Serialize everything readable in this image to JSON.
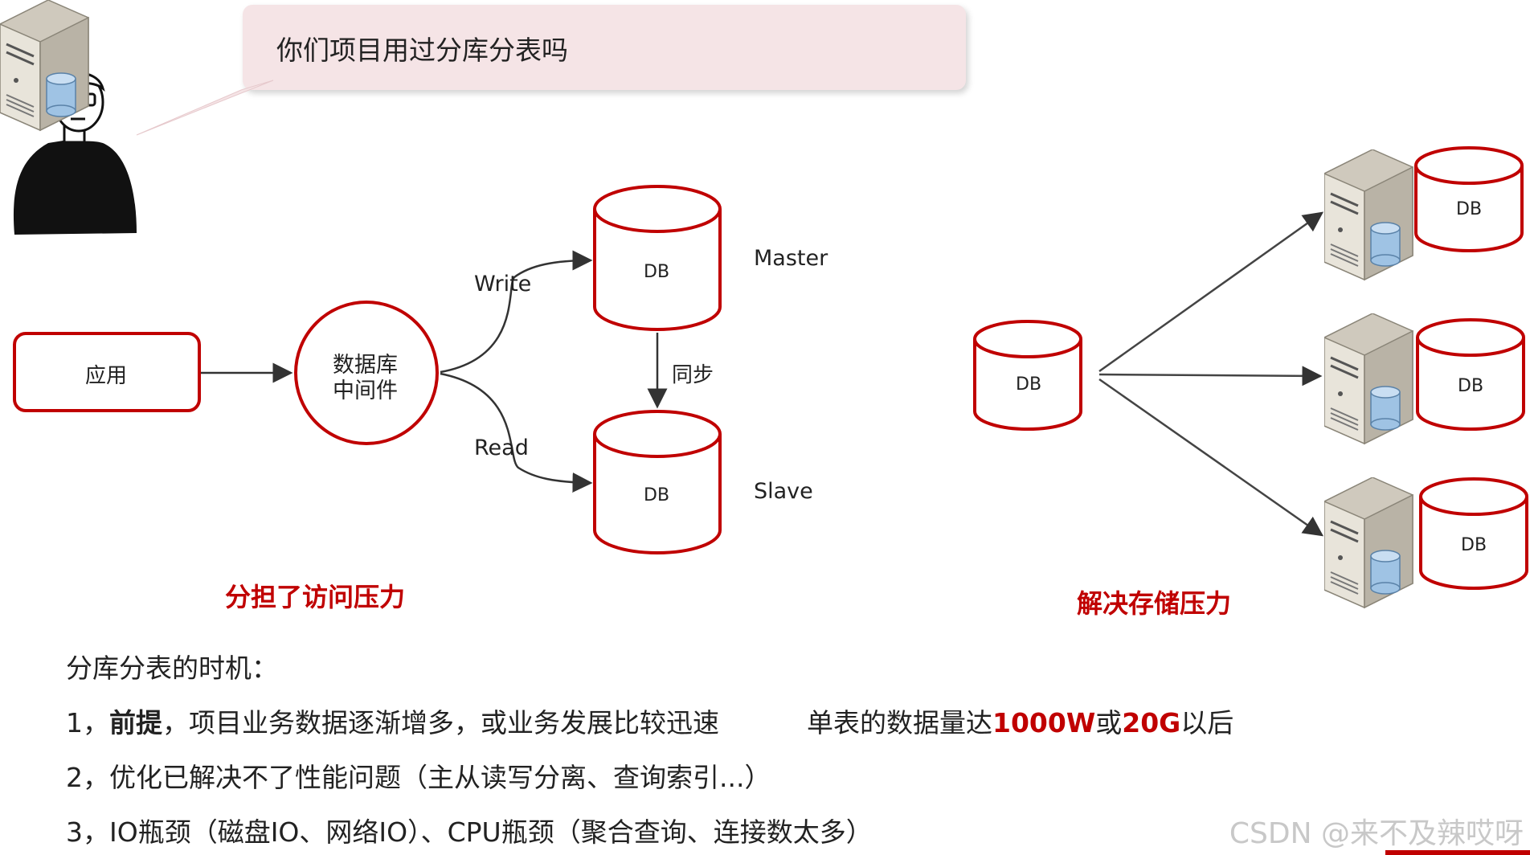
{
  "bubble": {
    "question": "你们项目用过分库分表吗"
  },
  "left_diagram": {
    "app_label": "应用",
    "middleware_line1": "数据库",
    "middleware_line2": "中间件",
    "write_label": "Write",
    "read_label": "Read",
    "master_db": "DB",
    "master_label": "Master",
    "sync_label": "同步",
    "slave_db": "DB",
    "slave_label": "Slave",
    "caption": "分担了访问压力"
  },
  "right_diagram": {
    "source_db": "DB",
    "targets": [
      "DB",
      "DB",
      "DB"
    ],
    "caption": "解决存储压力"
  },
  "notes": {
    "heading": "分库分表的时机：",
    "line1_prefix": "1，",
    "line1_bold": "前提",
    "line1_rest": "，项目业务数据逐渐增多，或业务发展比较迅速",
    "line1_extra_prefix": "单表的数据量达",
    "line1_hl1": "1000W",
    "line1_mid": "或",
    "line1_hl2": "20G",
    "line1_suffix": "以后",
    "line2": "2，优化已解决不了性能问题（主从读写分离、查询索引...）",
    "line3": "3，IO瓶颈（磁盘IO、网络IO）、CPU瓶颈（聚合查询、连接数太多）"
  },
  "watermark": "CSDN @来不及辣哎呀",
  "colors": {
    "accent_red": "#c00000",
    "bubble_bg": "#f5e4e6"
  }
}
